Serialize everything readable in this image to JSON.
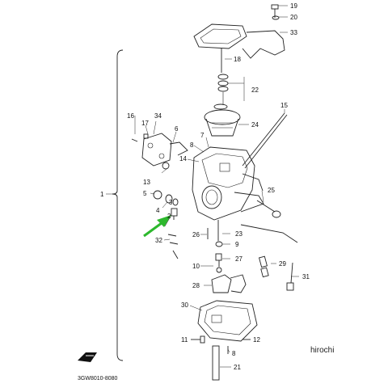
{
  "diagram": {
    "callouts": [
      "1",
      "2",
      "3",
      "4",
      "5",
      "6",
      "7",
      "8",
      "9",
      "10",
      "11",
      "12",
      "13",
      "14",
      "15",
      "16",
      "17",
      "18",
      "19",
      "20",
      "21",
      "22",
      "23",
      "24",
      "25",
      "26",
      "27",
      "28",
      "29",
      "30",
      "31",
      "32",
      "33",
      "34"
    ],
    "model_code": "3GW8010-8080",
    "watermark": "hirochi",
    "arrow_color": "#2db82d",
    "highlighted_part": "2"
  }
}
